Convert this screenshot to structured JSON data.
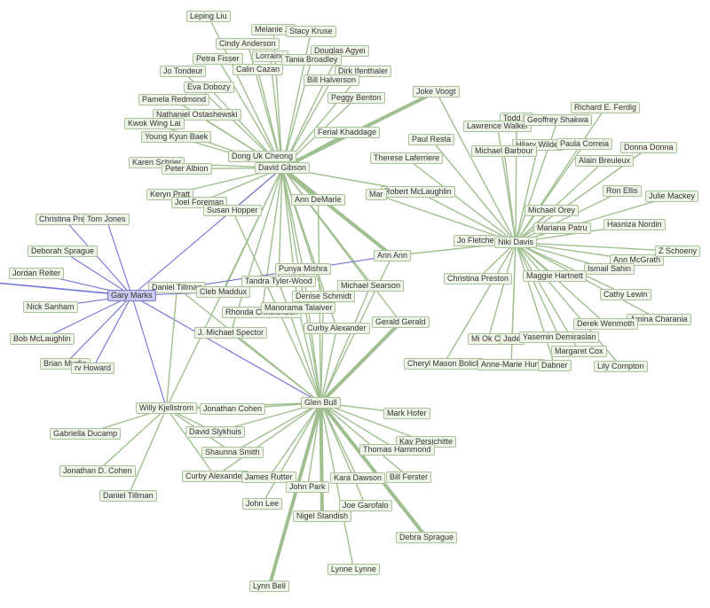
{
  "colors": {
    "edge": "#9fbf90",
    "edge_selected": "#7070d8",
    "node_fill": "#eef4e8",
    "node_border": "#a9c29a",
    "selected_fill": "#c9c8f0"
  },
  "selected_node": "Gary Marks",
  "nodes": [
    "Leping Liu",
    "Melanie Zi",
    "Stacy Kruse",
    "Cindy Anderson",
    "Douglas Agyei",
    "Petra Fisser",
    "Lorraine",
    "Tania Broadley",
    "Jo Tondeur",
    "Calin Cazan",
    "Dirk Ifenthaler",
    "Eva Dobozy",
    "Bill Halverson",
    "Joke Voogt",
    "Pamela Redmond",
    "Peggy Benton",
    "Nathaniel Ostashewski",
    "Kwok Wing Lai",
    "Ferial Khaddage",
    "Richard E. Ferdig",
    "Todd M",
    "Lawrence Walker",
    "Geoffrey Shakwa",
    "Young Kyun Baek",
    "Paul Resta",
    "Hilary Wilder",
    "Paula Correia",
    "Donna Donna",
    "Michael Barbour",
    "Dong Uk Cheong",
    "Alain Breuleux",
    "Karen Schrier",
    "Peter Albion",
    "David Gibson",
    "Therese Laferriere",
    "Ron Ellis",
    "Keryn Pratt",
    "Robert McLaughlin",
    "Julie Mackey",
    "Joel Foreman",
    "Ann DeMarle",
    "Mar",
    "Susan Hopper",
    "Michael Orey",
    "Christina Pres",
    "Tom Jones",
    "Hasniza Nordin",
    "Mariana Patru",
    "Deborah Sprague",
    "Jo Fletcher",
    "Niki Davis",
    "Ann Ann",
    "Ann McGrath",
    "Z Schoeny",
    "Jordan Reiter",
    "Punya Mishra",
    "Ismail Sahin",
    "Tandra Tyler-Wood",
    "Christina Preston",
    "Maggie Hartnett",
    "Daniel Tillman",
    "Gary Marks",
    "Cleb Maddux",
    "Denise Schmidt",
    "Michael Searson",
    "Nick Sanham",
    "Cathy Lewin",
    "Rhonda Christensen",
    "Manorama Talaiver",
    "Amina Charania",
    "Derek Wenmoth",
    "Gerald Gerald",
    "Curby Alexander",
    "J. Michael Spector",
    "Mi Ok Ch",
    "Jade",
    "Yasemin Demiraslan",
    "Bob McLaughlin",
    "Margaret Cox",
    "Brian Murfin",
    "rv Howard",
    "Cheryl Mason Bolick",
    "Anne-Marie Hunt",
    "Dabner",
    "Lily Compton",
    "Glen Bull",
    "Willy Kjellstrom",
    "Jonathan Cohen",
    "Mark Hofer",
    "David Slykhuis",
    "Gabriella Ducamp",
    "Kay Persichitte",
    "Thomas Hammond",
    "Shaunna Smith",
    "Jonathan D. Cohen",
    "Curby Alexander",
    "James Rutter",
    "Kara Dawson",
    "Bill Ferster",
    "John Park",
    "Daniel Tillman",
    "John Lee",
    "Joe Garofalo",
    "Nigel Standish",
    "Debra Sprague",
    "Lynne Lynne",
    "Lynn Bell"
  ]
}
